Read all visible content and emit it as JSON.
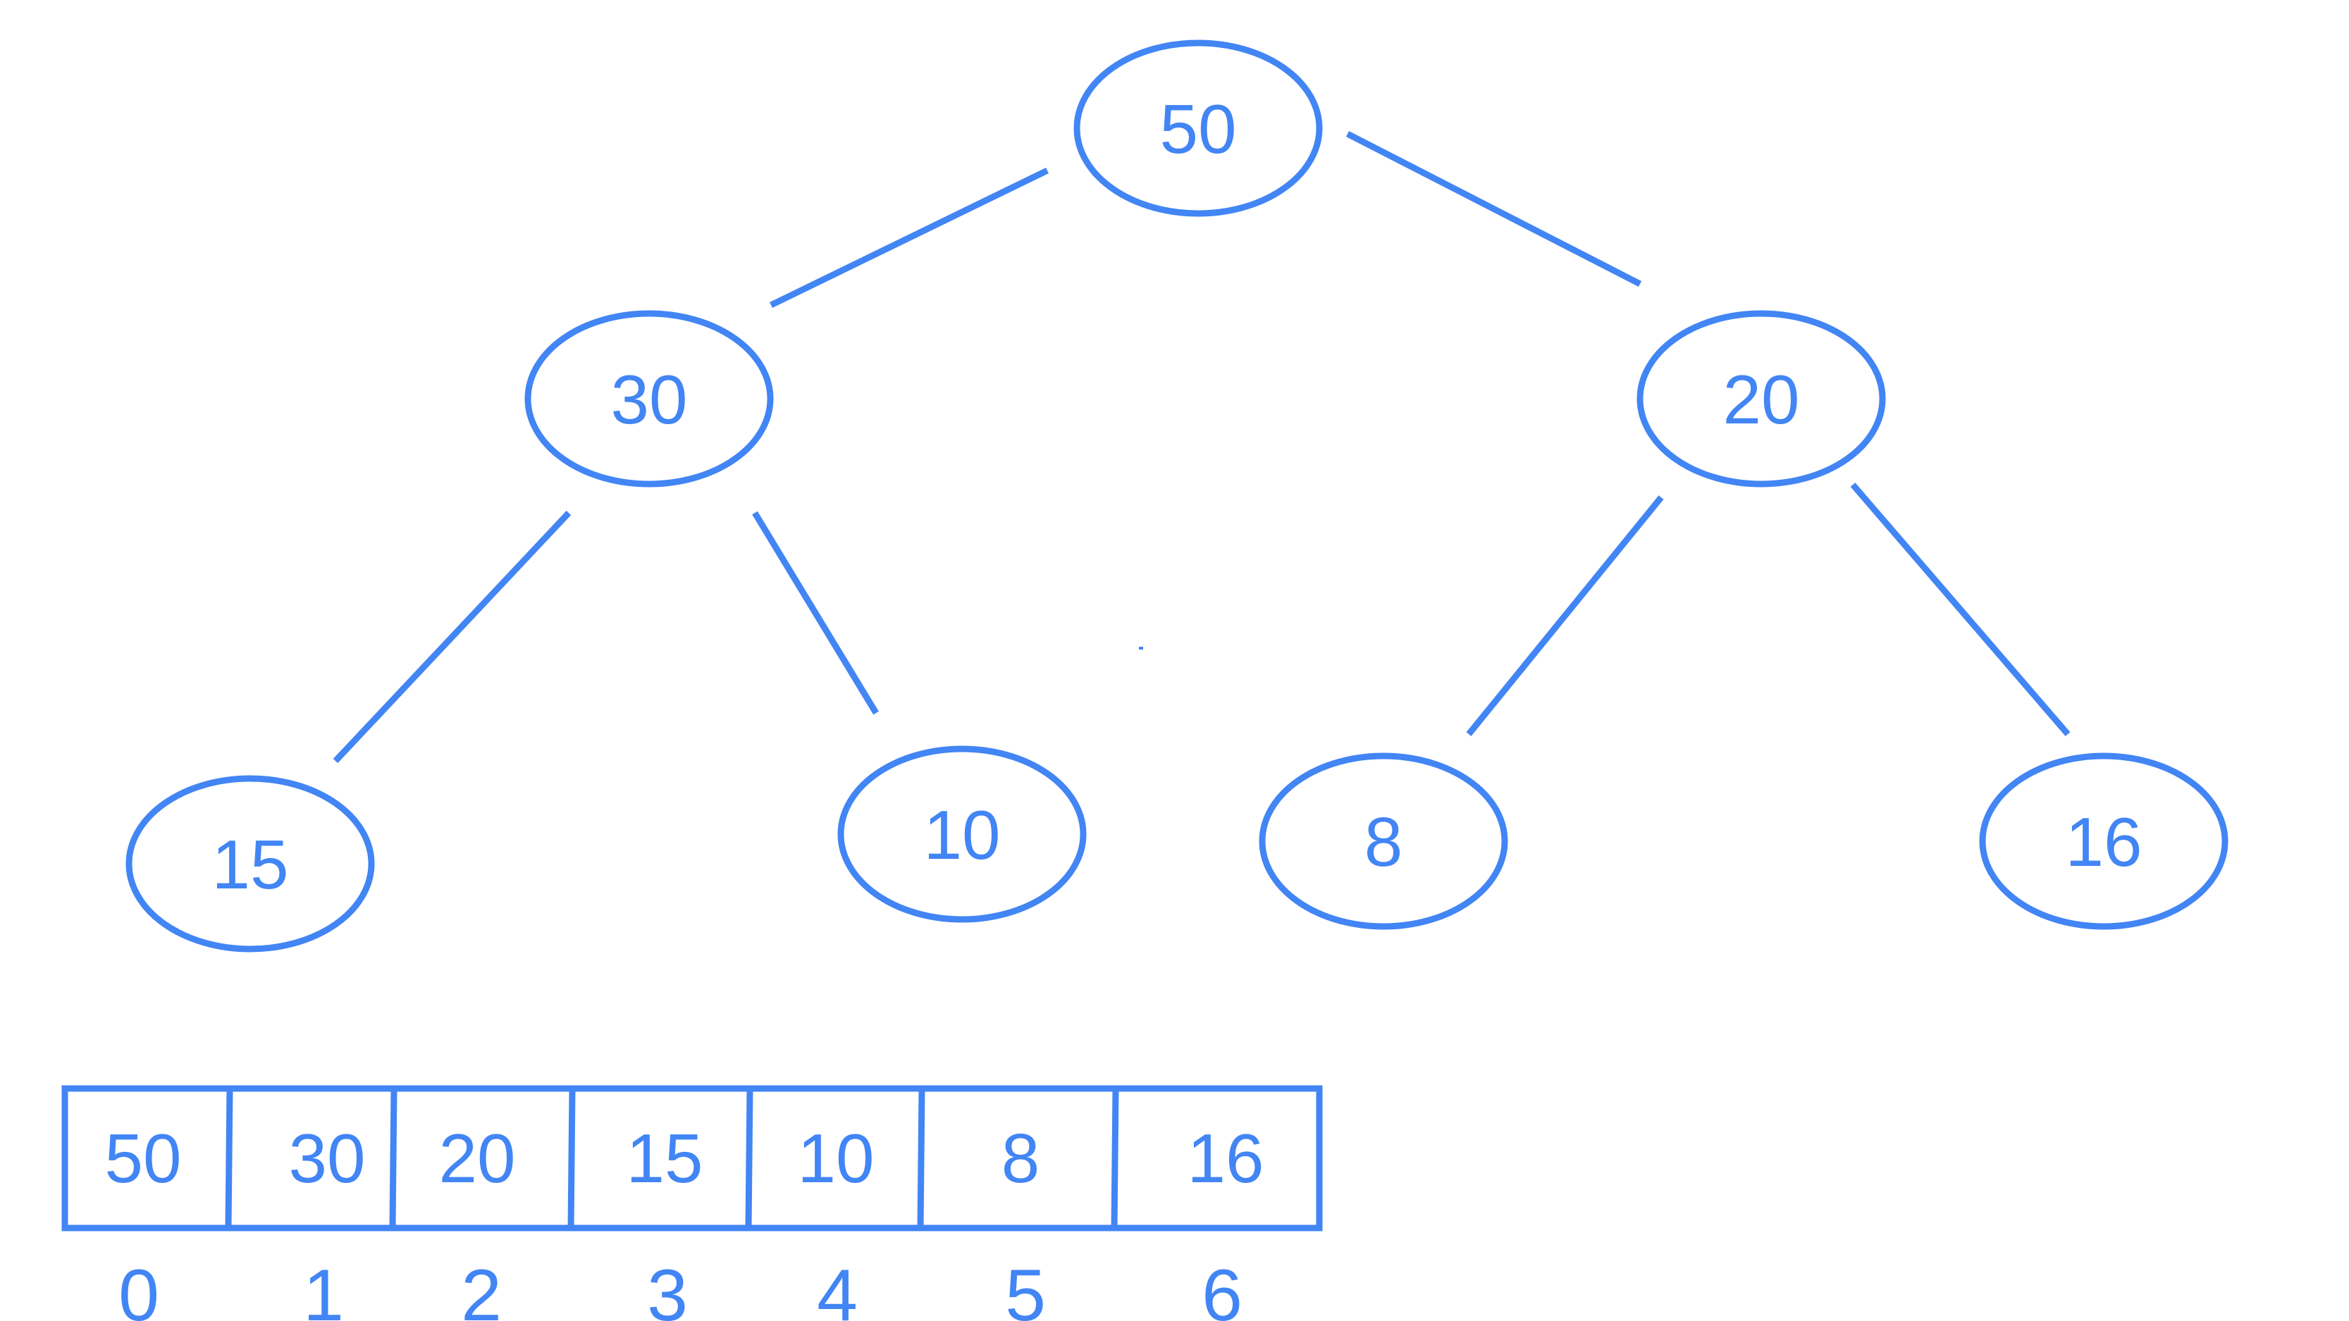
{
  "colors": {
    "stroke": "#4285f4",
    "text": "#4285f4",
    "background": "#ffffff"
  },
  "tree": {
    "nodes": [
      {
        "id": "n0",
        "label": "50"
      },
      {
        "id": "n1",
        "label": "30"
      },
      {
        "id": "n2",
        "label": "20"
      },
      {
        "id": "n3",
        "label": "15"
      },
      {
        "id": "n4",
        "label": "10"
      },
      {
        "id": "n5",
        "label": "8"
      },
      {
        "id": "n6",
        "label": "16"
      }
    ],
    "edges": [
      {
        "from": "n0",
        "to": "n1"
      },
      {
        "from": "n0",
        "to": "n2"
      },
      {
        "from": "n1",
        "to": "n3"
      },
      {
        "from": "n1",
        "to": "n4"
      },
      {
        "from": "n2",
        "to": "n5"
      },
      {
        "from": "n2",
        "to": "n6"
      }
    ]
  },
  "array": {
    "cells": [
      "50",
      "30",
      "20",
      "15",
      "10",
      "8",
      "16"
    ],
    "indices": [
      "0",
      "1",
      "2",
      "3",
      "4",
      "5",
      "6"
    ]
  }
}
